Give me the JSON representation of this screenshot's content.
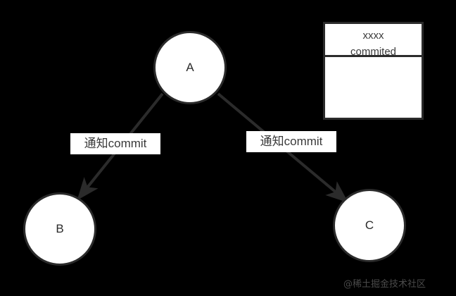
{
  "diagram": {
    "type": "node-graph",
    "background_color": "#000000",
    "node_fill": "#ffffff",
    "stroke_color": "#2b2b2b",
    "nodes": [
      {
        "id": "A",
        "label": "A"
      },
      {
        "id": "B",
        "label": "B"
      },
      {
        "id": "C",
        "label": "C"
      }
    ],
    "edges": [
      {
        "from": "A",
        "to": "B",
        "label": "通知commit"
      },
      {
        "from": "A",
        "to": "C",
        "label": "通知commit"
      }
    ]
  },
  "panel": {
    "line1": "xxxx",
    "line2": "commited"
  },
  "watermark": {
    "text": "@稀土掘金技术社区"
  }
}
